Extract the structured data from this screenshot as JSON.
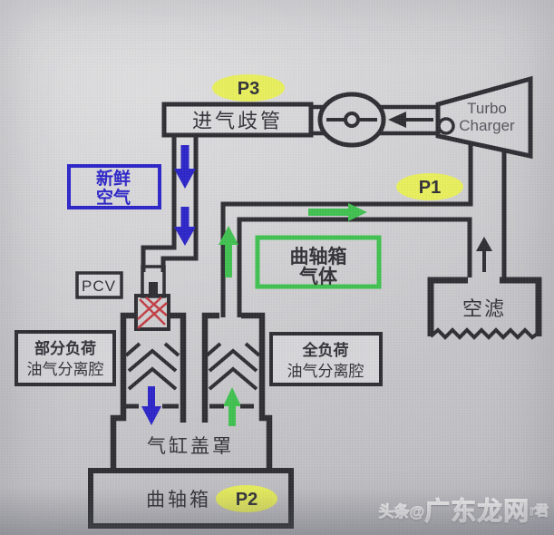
{
  "labels": {
    "p3": "P3",
    "p1": "P1",
    "p2": "P2",
    "intake_manifold": "进气歧管",
    "turbo": {
      "line1": "Turbo",
      "line2": "Charger"
    },
    "fresh_air": {
      "line1": "新鲜",
      "line2": "空气"
    },
    "crankcase_gas": {
      "line1": "曲轴箱",
      "line2": "气体"
    },
    "pcv": "PCV",
    "partial_load": {
      "line1": "部分负荷",
      "line2": "油气分离腔"
    },
    "full_load": {
      "line1": "全负荷",
      "line2": "油气分离腔"
    },
    "air_filter": "空滤",
    "cylinder_head_cover": "气缸盖罩",
    "crankcase": "曲轴箱"
  },
  "watermark": {
    "prefix": "头条@",
    "main": "广东龙网",
    "suffix": "r君"
  },
  "colors": {
    "highlight_yellow": "#e8ef5a",
    "line_dark": "#2b2b30",
    "fresh_air_blue": "#2a22c8",
    "gas_green": "#3ec04e",
    "valve_red": "#c23b42",
    "background": "#c9c9cd"
  }
}
